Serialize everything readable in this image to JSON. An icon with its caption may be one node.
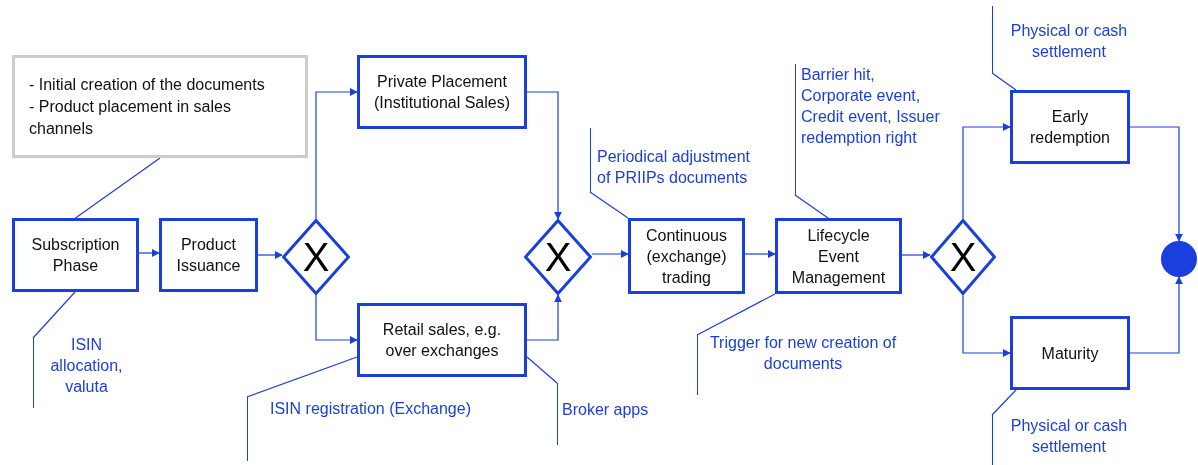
{
  "diagram": {
    "nodes": [
      {
        "text": [
          "- Initial creation of the documents",
          "- Product placement in sales channels"
        ]
      },
      {
        "text": [
          "Subscription Phase"
        ]
      },
      {
        "text": [
          "Product Issuance"
        ]
      },
      {
        "text": [
          "X"
        ]
      },
      {
        "text": [
          "Private Placement (Institutional Sales)"
        ]
      },
      {
        "text": [
          "Retail sales, e.g. over exchanges"
        ]
      },
      {
        "text": [
          "X"
        ]
      },
      {
        "text": [
          "Continuous (exchange) trading"
        ]
      },
      {
        "text": [
          "Lifecycle Event Management"
        ]
      },
      {
        "text": [
          "X"
        ]
      },
      {
        "text": [
          "Early redemption"
        ]
      },
      {
        "text": [
          "Maturity"
        ]
      },
      {
        "text": [],
        "shape": "circle"
      },
      {
        "text": [
          "ISIN allocation, valuta"
        ]
      },
      {
        "text": [
          "ISIN registration (Exchange)"
        ]
      },
      {
        "text": [
          "Broker apps"
        ]
      },
      {
        "text": [
          "Periodical adjustment of PRIIPs documents"
        ]
      },
      {
        "text": [
          "Barrier hit, Corporate event, Credit event, Issuer redemption right"
        ]
      },
      {
        "text": [
          "Trigger for new creation of documents"
        ]
      },
      {
        "text": [
          "Physical or cash settlement"
        ]
      },
      {
        "text": [
          "Physical or cash settlement"
        ]
      }
    ],
    "edges": [
      {
        "from": 1,
        "to": 2,
        "arrow": "to"
      },
      {
        "from": 2,
        "to": 3,
        "arrow": "to"
      },
      {
        "from": 3,
        "to": 4,
        "arrow": "to"
      },
      {
        "from": 3,
        "to": 5,
        "arrow": "to"
      },
      {
        "from": 4,
        "to": 6,
        "arrow": "to"
      },
      {
        "from": 5,
        "to": 6,
        "arrow": "to"
      },
      {
        "from": 6,
        "to": 7,
        "arrow": "to"
      },
      {
        "from": 7,
        "to": 8,
        "arrow": "to"
      },
      {
        "from": 8,
        "to": 9,
        "arrow": "to"
      },
      {
        "from": 9,
        "to": 10,
        "arrow": "to"
      },
      {
        "from": 9,
        "to": 11,
        "arrow": "to"
      },
      {
        "from": 10,
        "to": 12,
        "arrow": "to"
      },
      {
        "from": 11,
        "to": 12,
        "arrow": "to"
      },
      {
        "from": 0,
        "to": 1,
        "arrow": "none"
      },
      {
        "from": 13,
        "to": 1,
        "arrow": "none"
      },
      {
        "from": 14,
        "to": 5,
        "arrow": "none"
      },
      {
        "from": 15,
        "to": 5,
        "arrow": "none"
      },
      {
        "from": 16,
        "to": 7,
        "arrow": "none"
      },
      {
        "from": 17,
        "to": 8,
        "arrow": "none"
      },
      {
        "from": 18,
        "to": 8,
        "arrow": "none"
      },
      {
        "from": 19,
        "to": 10,
        "arrow": "none"
      },
      {
        "from": 20,
        "to": 11,
        "arrow": "none"
      }
    ]
  }
}
